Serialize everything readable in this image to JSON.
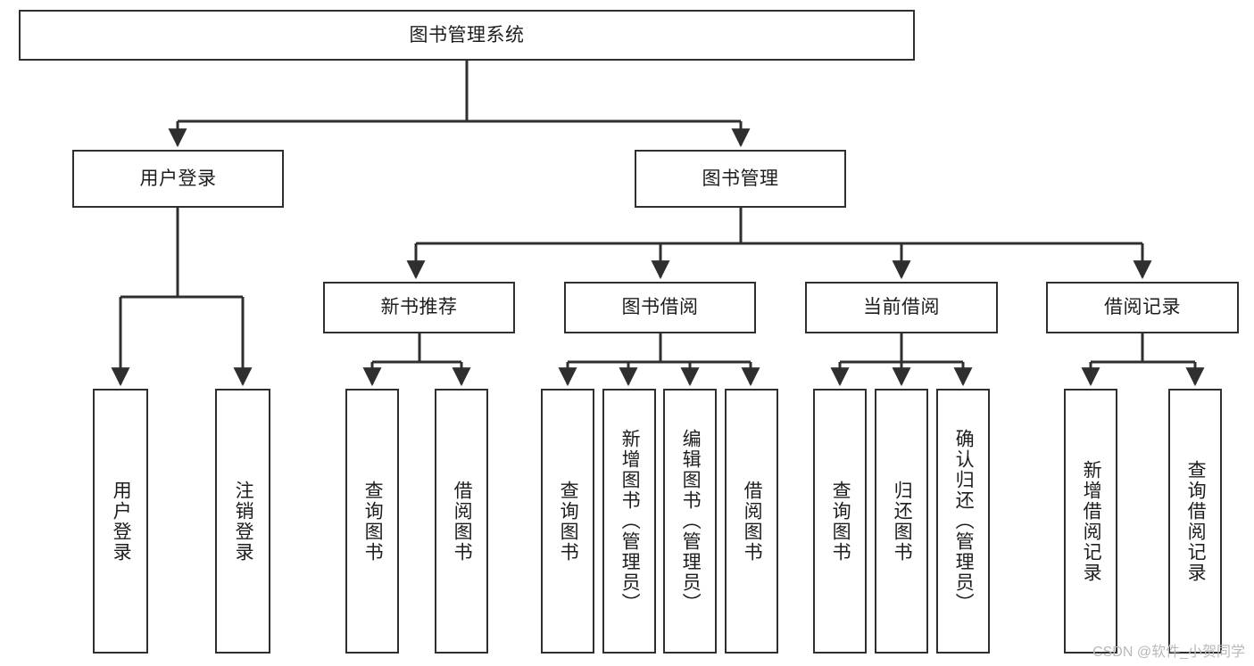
{
  "diagram": {
    "title": "图书管理系统",
    "style": {
      "line_color": "#2f2f2f",
      "box_border_color": "#2f2f2f",
      "box_fill": "#ffffff",
      "text_color": "#1d1d1d",
      "background": "#ffffff",
      "watermark_color": "#b9b9b9"
    },
    "root": {
      "label": "图书管理系统"
    },
    "level2": [
      {
        "label": "用户登录"
      },
      {
        "label": "图书管理"
      }
    ],
    "level3": [
      {
        "label": "新书推荐"
      },
      {
        "label": "图书借阅"
      },
      {
        "label": "当前借阅"
      },
      {
        "label": "借阅记录"
      }
    ],
    "leaves": {
      "user_login": [
        {
          "label": "用户登录"
        },
        {
          "label": "注销登录"
        }
      ],
      "new_book_recommend": [
        {
          "label": "查询图书"
        },
        {
          "label": "借阅图书"
        }
      ],
      "book_borrow": [
        {
          "label": "查询图书"
        },
        {
          "label": "新增图书（管理员）"
        },
        {
          "label": "编辑图书（管理员）"
        },
        {
          "label": "借阅图书"
        }
      ],
      "current_borrow": [
        {
          "label": "查询图书"
        },
        {
          "label": "归还图书"
        },
        {
          "label": "确认归还（管理员）"
        }
      ],
      "borrow_record": [
        {
          "label": "新增借阅记录"
        },
        {
          "label": "查询借阅记录"
        }
      ]
    }
  },
  "watermark": {
    "text": "CSDN @软件_小贺同学"
  }
}
